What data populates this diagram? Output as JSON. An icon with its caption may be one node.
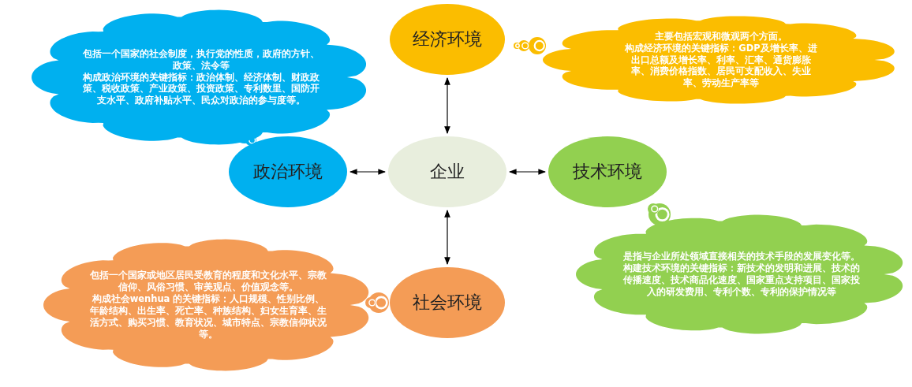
{
  "diagram": {
    "nodes": [
      {
        "text": [
          "企业"
        ]
      },
      {
        "text": [
          "经济环境"
        ]
      },
      {
        "text": [
          "政治环境"
        ]
      },
      {
        "text": [
          "技术环境"
        ]
      },
      {
        "text": [
          "社会环境"
        ]
      },
      {
        "text": [
          "包括一个国家的社会制度，执行党的性质，政府的方针、政策、法令等",
          "构成政治环境的关键指标：政治体制、经济体制、财政政策、税收政策、产业政策、投资政策、专利数里、国防开支水平、政府补贴水平、民众对政治的参与度等。"
        ]
      },
      {
        "text": [
          "主要包括宏观和微观两个方面。",
          "构成经济环境的关键指标：GDP及增长率、进出口总额及增长率、利率、汇率、通货膨胀率、消费价格指数、居民可支配收入、失业率、劳动生产率等"
        ]
      },
      {
        "text": [
          "是指与企业所处领域直接相关的技术手段的发展变化等。",
          "构建技术环境的关键指标：新技术的发明和进展、技术的传播速度、技术商品化速度、国家重点支持项目、国家投入的研发费用、专利个数、专利的保护情况等"
        ]
      },
      {
        "text": [
          "包括一个国家或地区居民受教育的程度和文化水平、宗教信仰、风俗习惯、审美观点、价值观念等。",
          "构成社会wenhua 的关键指标：人口规模、性别比例、年龄结构、出生率、死亡率、种族结构、妇女生育率、生活方式、购买习惯、教育状况、城市特点、宗教信仰状况等。"
        ]
      }
    ],
    "edges": [
      {
        "from": 0,
        "to": 1,
        "arrow": "both"
      },
      {
        "from": 0,
        "to": 2,
        "arrow": "both"
      },
      {
        "from": 0,
        "to": 3,
        "arrow": "both"
      },
      {
        "from": 0,
        "to": 4,
        "arrow": "both"
      }
    ]
  }
}
